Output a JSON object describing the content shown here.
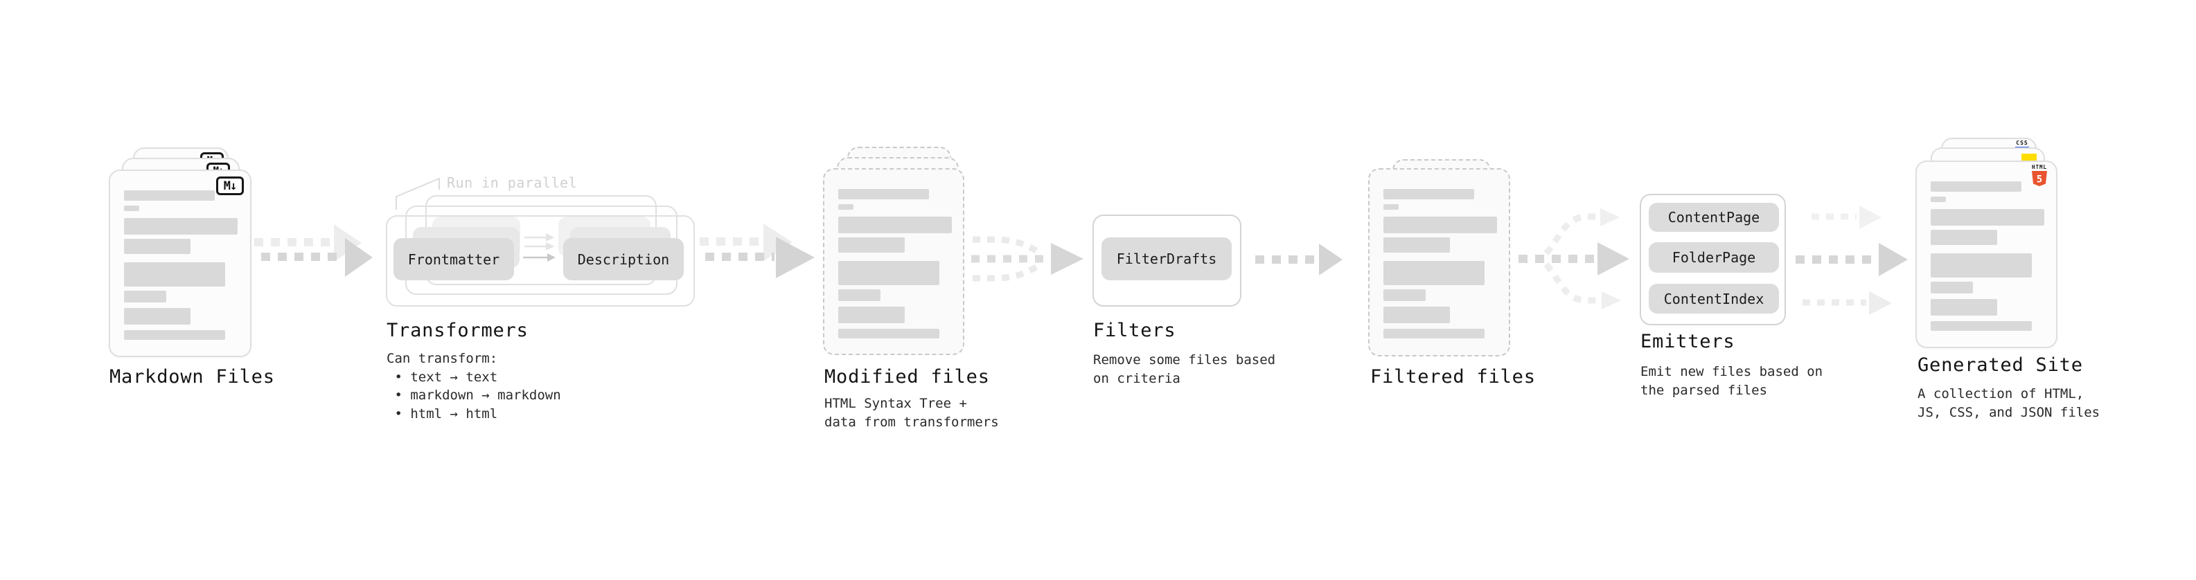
{
  "diagram": {
    "markdown_files": {
      "title": "Markdown Files",
      "icon_label": "M↓"
    },
    "transformers": {
      "note": "Run in parallel",
      "frontmatter_label": "Frontmatter",
      "description_label": "Description",
      "title": "Transformers",
      "body": "Can transform:\n • text → text\n • markdown → markdown\n • html → html"
    },
    "modified_files": {
      "title": "Modified files",
      "body": "HTML Syntax Tree +\ndata from transformers"
    },
    "filters": {
      "filter_label": "FilterDrafts",
      "title": "Filters",
      "body": "Remove some files based\non criteria"
    },
    "filtered_files": {
      "title": "Filtered files"
    },
    "emitters": {
      "title": "Emitters",
      "buttons": [
        "ContentPage",
        "FolderPage",
        "ContentIndex"
      ],
      "body": "Emit new files based on\nthe parsed files"
    },
    "generated_site": {
      "title": "Generated Site",
      "body": "A collection of HTML,\nJS, CSS, and JSON files",
      "css_badge": "CSS",
      "html5_badge": {
        "label": "HTML",
        "numeral": "5"
      }
    }
  },
  "colors": {
    "css_blue": "#2e63ea",
    "js_yellow": "#ffdd00",
    "html5_orange": "#e8542f",
    "html5_numeral": "#ffffff",
    "arrow_gray": "#d6d6d6",
    "button_gray": "#dcdcdc"
  }
}
